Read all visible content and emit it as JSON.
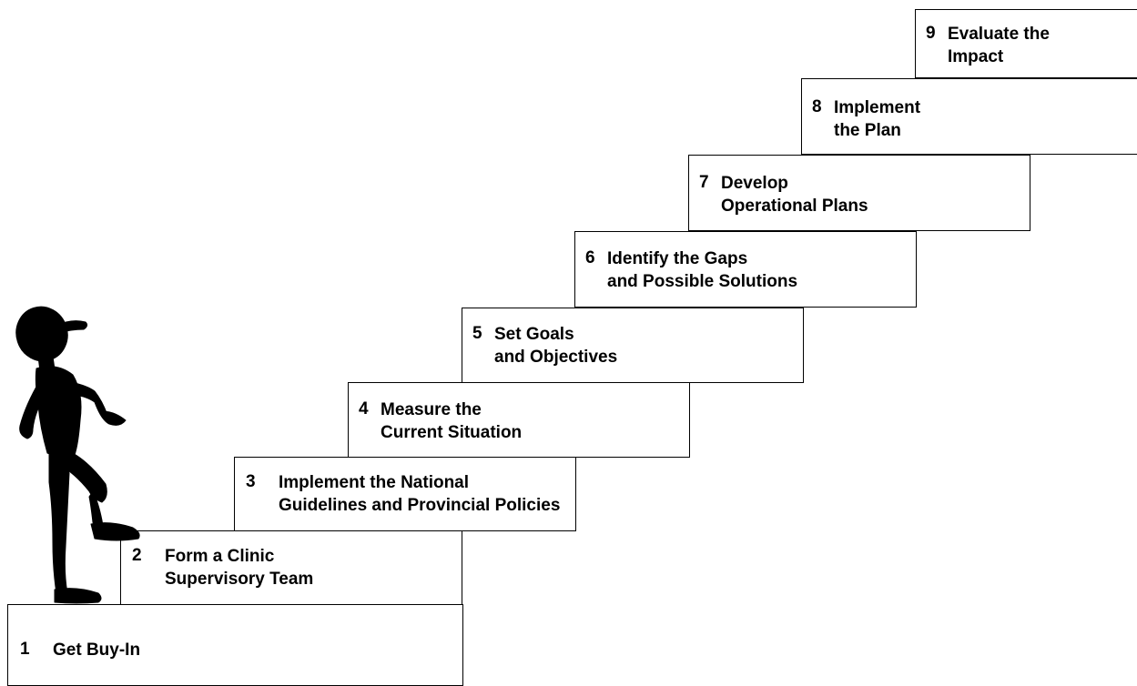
{
  "steps": [
    {
      "number": "1",
      "lines": [
        "Get Buy-In"
      ]
    },
    {
      "number": "2",
      "lines": [
        "Form a Clinic",
        "Supervisory Team"
      ]
    },
    {
      "number": "3",
      "lines": [
        "Implement the National",
        "Guidelines and Provincial Policies"
      ]
    },
    {
      "number": "4",
      "lines": [
        "Measure the",
        "Current Situation"
      ]
    },
    {
      "number": "5",
      "lines": [
        "Set Goals",
        "and Objectives"
      ]
    },
    {
      "number": "6",
      "lines": [
        "Identify the Gaps",
        "and Possible Solutions"
      ]
    },
    {
      "number": "7",
      "lines": [
        "Develop",
        "Operational Plans"
      ]
    },
    {
      "number": "8",
      "lines": [
        "Implement",
        "the Plan"
      ]
    },
    {
      "number": "9",
      "lines": [
        "Evaluate the",
        "Impact"
      ]
    }
  ],
  "figure": {
    "icon": "person-climbing-stairs-silhouette",
    "color": "#000000"
  }
}
